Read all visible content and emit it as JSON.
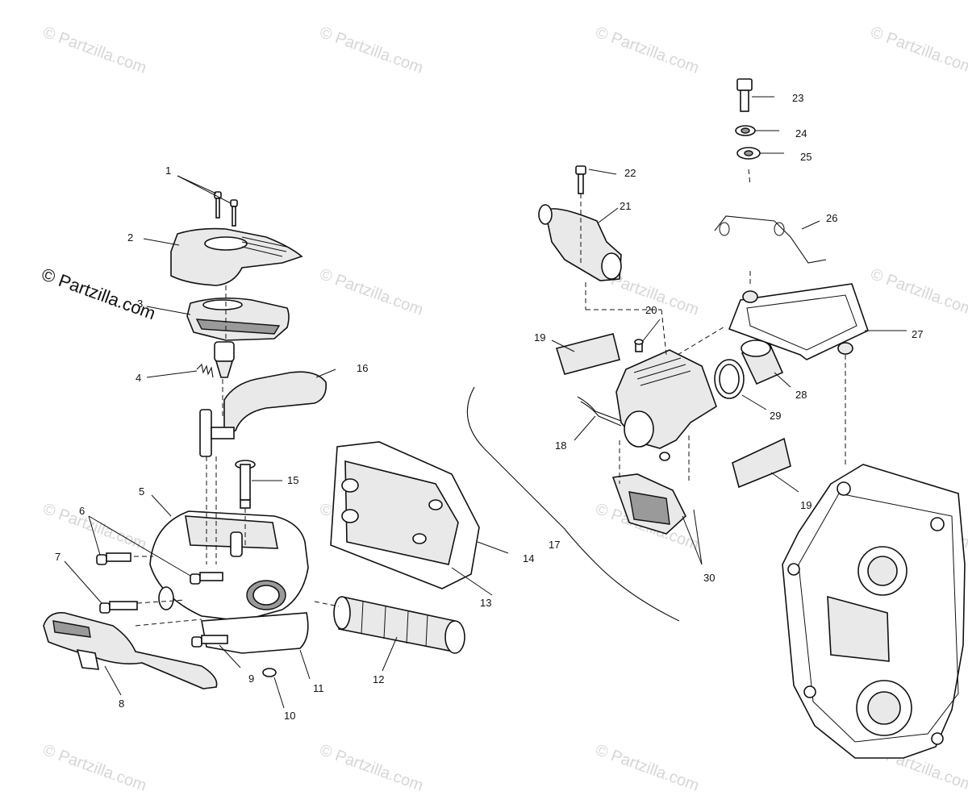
{
  "watermark": {
    "tile_text": "© Partzilla.com",
    "main_text": "© Partzilla.com"
  },
  "callouts": [
    "1",
    "2",
    "3",
    "4",
    "5",
    "6",
    "7",
    "8",
    "9",
    "10",
    "11",
    "12",
    "13",
    "14",
    "15",
    "16",
    "17",
    "18",
    "19",
    "19",
    "20",
    "21",
    "22",
    "23",
    "24",
    "25",
    "26",
    "27",
    "28",
    "29",
    "30"
  ],
  "colors": {
    "ink": "#111111",
    "watermark": "#d6d6d6",
    "background": "#ffffff"
  }
}
